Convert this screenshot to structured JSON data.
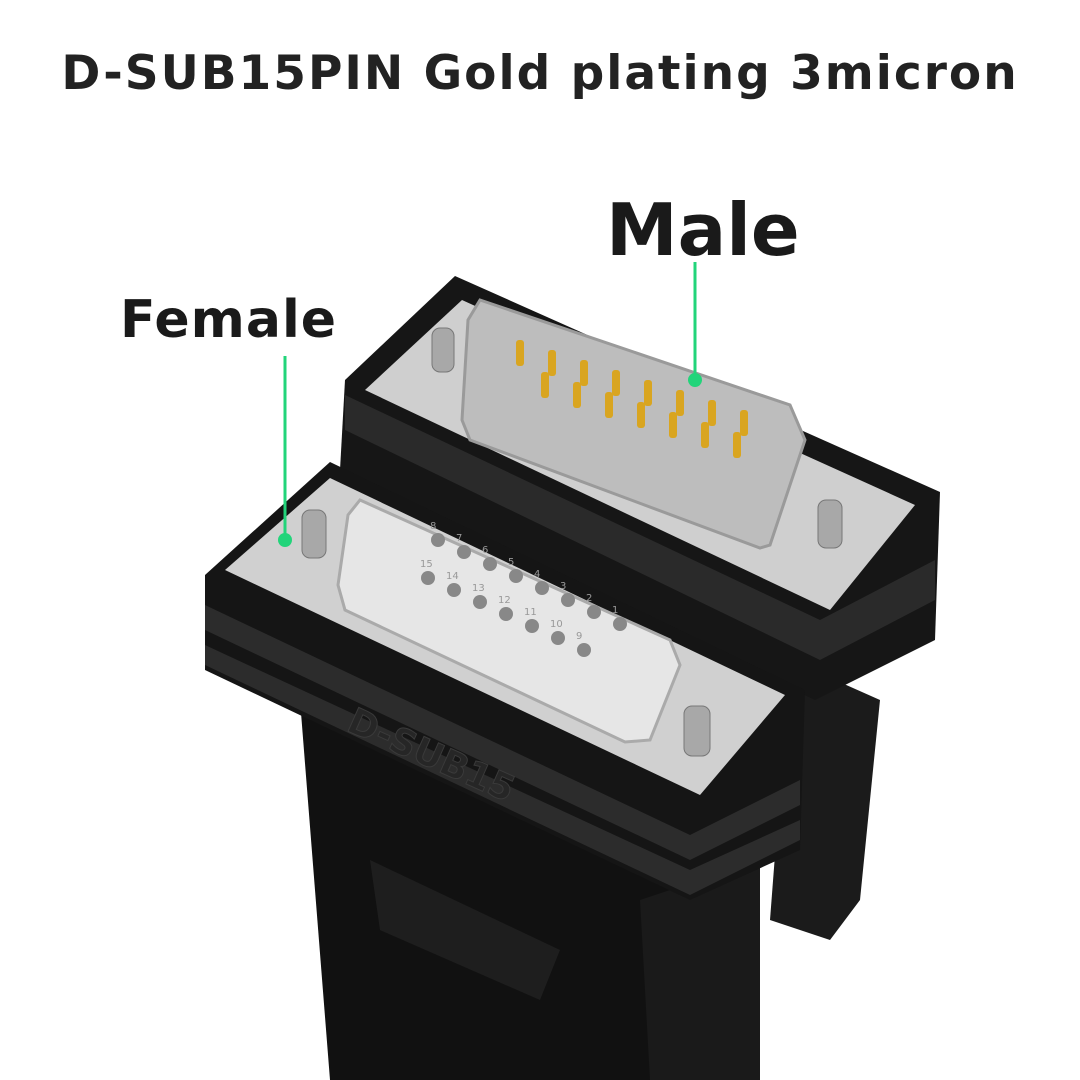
{
  "title": "D-SUB15PIN Gold plating 3micron",
  "labels": {
    "male": "Male",
    "female": "Female"
  },
  "embossed_text": "D-SUB15",
  "pin_numbers_top": [
    "8",
    "7",
    "6",
    "5",
    "4",
    "3",
    "2",
    "1"
  ],
  "pin_numbers_bottom": [
    "15",
    "14",
    "13",
    "12",
    "11",
    "10",
    "9"
  ],
  "colors": {
    "accent": "#22d47a",
    "pin_gold": "#d9a520",
    "housing": "#151515",
    "plate": "#c9c9c9"
  }
}
